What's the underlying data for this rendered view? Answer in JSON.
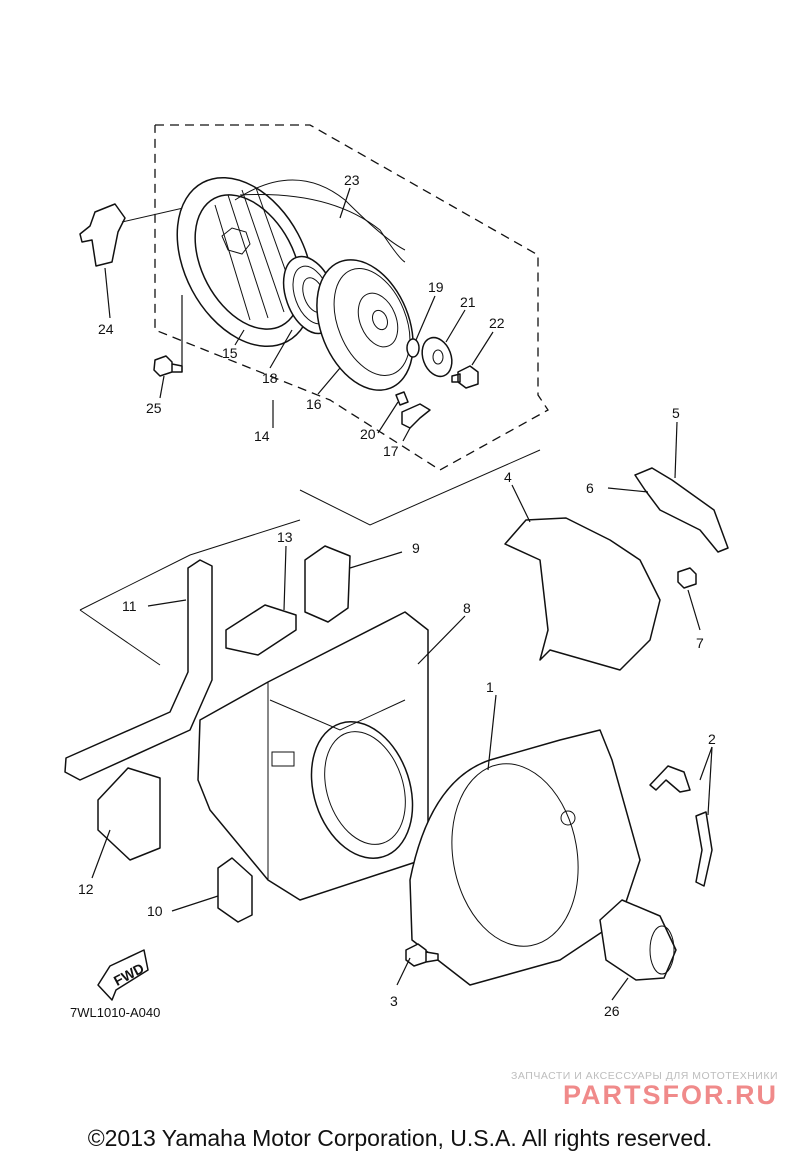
{
  "callouts": [
    "1",
    "2",
    "3",
    "4",
    "5",
    "6",
    "7",
    "8",
    "9",
    "10",
    "11",
    "12",
    "13",
    "14",
    "15",
    "16",
    "17",
    "18",
    "19",
    "20",
    "21",
    "22",
    "23",
    "24",
    "25",
    "26"
  ],
  "fwd_label": "FWD",
  "diagram_code": "7WL1010-A040",
  "watermark": {
    "tagline": "ЗАПЧАСТИ И АКСЕССУАРЫ ДЛЯ МОТОТЕХНИКИ",
    "logo": "PARTSFOR.RU"
  },
  "copyright": "©2013 Yamaha Motor Corporation, U.S.A. All rights reserved."
}
